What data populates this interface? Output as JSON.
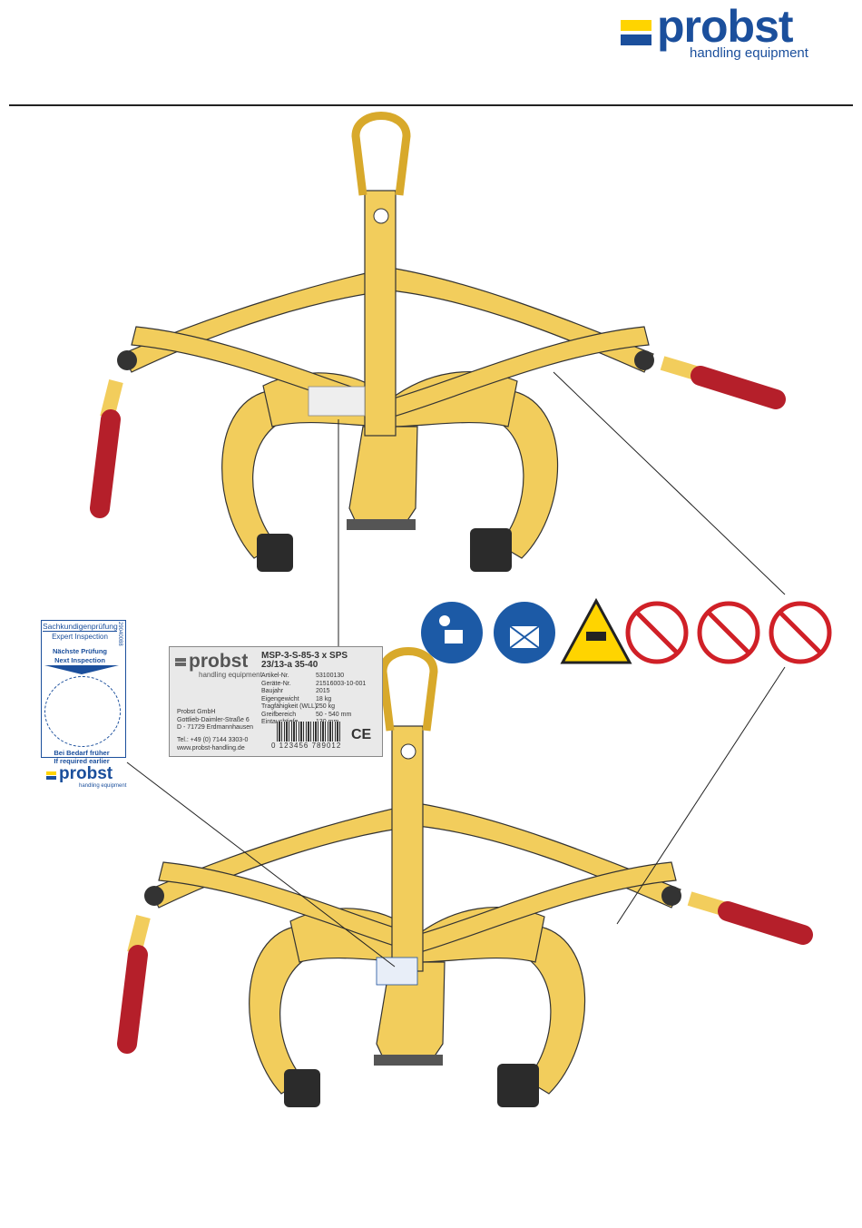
{
  "header": {
    "logo_word": "probst",
    "logo_sub": "handling equipment"
  },
  "nameplate": {
    "logo_word": "probst",
    "logo_sub": "handling equipment",
    "model_line1": "MSP-3-S-85-3 x SPS",
    "model_line2": "23/13-a 35-40",
    "rows": [
      {
        "k": "Artikel-Nr.",
        "v": "53100130"
      },
      {
        "k": "Geräte-Nr.",
        "v": "21516003-10-001"
      },
      {
        "k": "Baujahr",
        "v": "2015"
      },
      {
        "k": "Eigengewicht",
        "v": "18 kg"
      },
      {
        "k": "Tragfähigkeit (WLL)",
        "v": "250 kg"
      },
      {
        "k": "Greifbereich",
        "v": "50 - 540 mm"
      },
      {
        "k": "Eintauchtiefe",
        "v": "130 mm"
      }
    ],
    "address": [
      "Probst GmbH",
      "Gottlieb-Daimler-Straße 6",
      "D - 71729 Erdmannhausen"
    ],
    "contact": [
      "Tel.: +49 (0) 7144 3303-0",
      "www.probst-handling.de"
    ],
    "ce": "CE",
    "barcode_number": "0 123456 789012"
  },
  "tag": {
    "line1": "Sachkundigenprüfung",
    "line2": "Expert Inspection",
    "line3": "Nächste Prüfung",
    "line4": "Next Inspection",
    "line5": "Bei Bedarf früher",
    "line6": "If required earlier",
    "side_code": "29040088",
    "logo_word": "probst",
    "logo_sub": "handling equipment"
  },
  "colors": {
    "tool_yellow": "#f2cd5c",
    "handle_red": "#b51f2a",
    "brand_blue": "#1b4f9c",
    "brand_yellow": "#ffd400"
  },
  "safety_icons": [
    {
      "name": "read-manual-icon",
      "type": "mandatory"
    },
    {
      "name": "use-lifting-gear-icon",
      "type": "mandatory"
    },
    {
      "name": "crush-hazard-icon",
      "type": "warning"
    },
    {
      "name": "no-standing-under-load-icon",
      "type": "prohibition"
    },
    {
      "name": "no-transport-over-people-icon",
      "type": "prohibition"
    },
    {
      "name": "no-tilting-load-icon",
      "type": "prohibition"
    }
  ]
}
